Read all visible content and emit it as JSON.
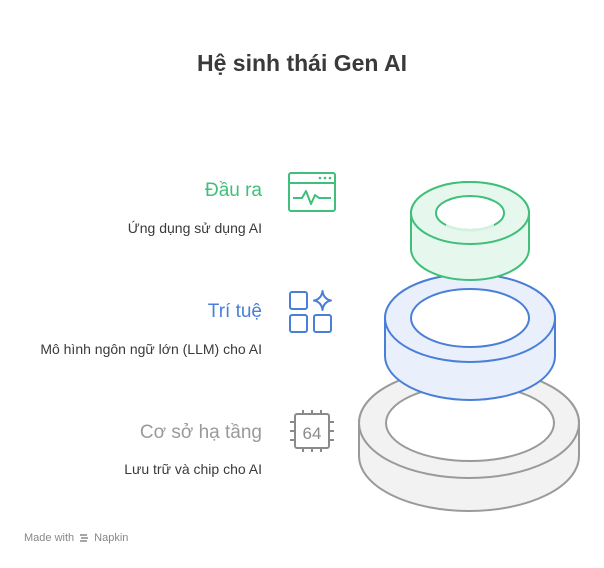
{
  "title": "Hệ sinh thái Gen AI",
  "layers": [
    {
      "title": "Đầu ra",
      "description": "Ứng dụng sử dụng AI",
      "color": "#3fbf7a",
      "icon": "app-window-chart-icon"
    },
    {
      "title": "Trí tuệ",
      "description": "Mô hình ngôn ngữ lớn (LLM) cho AI",
      "color": "#4a7fd8",
      "icon": "grid-sparkle-icon"
    },
    {
      "title": "Cơ sở hạ tầng",
      "description": "Lưu trữ và chip cho AI",
      "color": "#9a9a9a",
      "icon": "chip-icon",
      "chip_label": "64"
    }
  ],
  "footer": {
    "made_with": "Made with",
    "brand": "Napkin"
  }
}
